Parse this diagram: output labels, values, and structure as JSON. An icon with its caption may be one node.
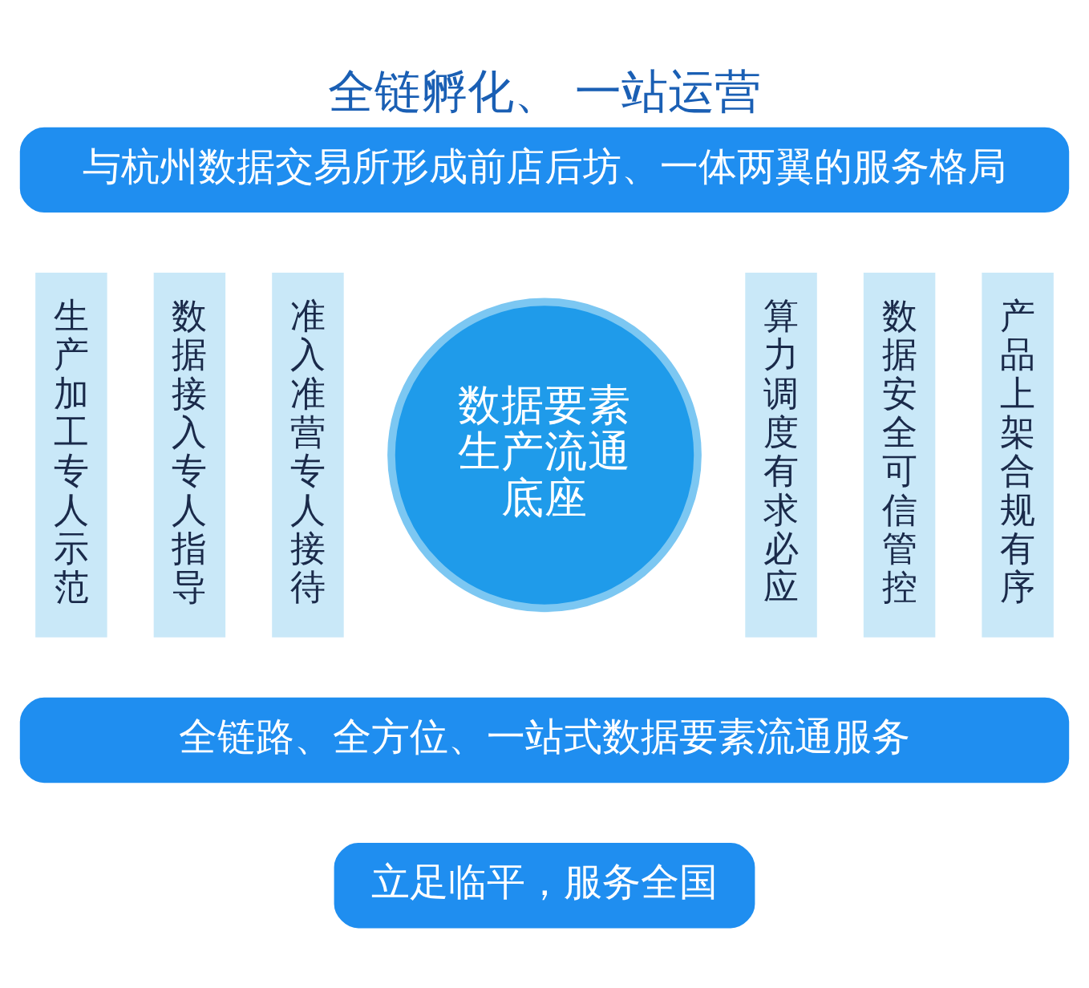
{
  "diagram": {
    "title": "全链孵化、 一站运营",
    "nodes": [
      {
        "text": [
          "与杭州数据交易所形成前店后坊、一体两翼的服务格局"
        ]
      },
      {
        "text": [
          "生产加工专人示范"
        ]
      },
      {
        "text": [
          "数据接入专人指导"
        ]
      },
      {
        "text": [
          "准入准营专人接待"
        ]
      },
      {
        "text": [
          "数据要素生产流通底座"
        ]
      },
      {
        "text": [
          "算力调度有求必应"
        ]
      },
      {
        "text": [
          "数据安全可信管控"
        ]
      },
      {
        "text": [
          "产品上架合规有序"
        ]
      },
      {
        "text": [
          "全链路、全方位、一站式数据要素流通服务"
        ]
      },
      {
        "text": [
          "立足临平，服务全国"
        ]
      }
    ]
  }
}
